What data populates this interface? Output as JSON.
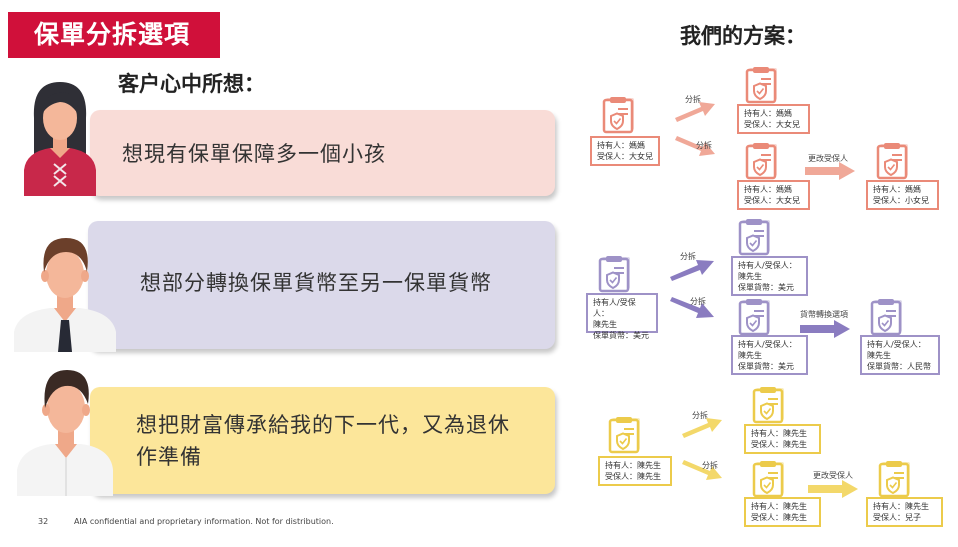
{
  "header": {
    "title": "保單分拆選項"
  },
  "left": {
    "heading": "客户心中所想：",
    "bubbles": [
      {
        "text": "想現有保單保障多一個小孩"
      },
      {
        "text": "想部分轉換保單貨幣至另一保單貨幣"
      },
      {
        "text": "想把財富傳承給我的下一代，又為退休作準備"
      }
    ]
  },
  "right": {
    "heading": "我們的方案：",
    "row1": {
      "source_label": [
        "持有人：媽媽",
        "受保人：大女兒"
      ],
      "split_label_top": "分拆",
      "split_label_bottom": "分拆",
      "top_label": [
        "持有人：媽媽",
        "受保人：大女兒"
      ],
      "bottom_label": [
        "持有人：媽媽",
        "受保人：大女兒"
      ],
      "change_label": "更改受保人",
      "final_label": [
        "持有人：媽媽",
        "受保人：小女兒"
      ]
    },
    "row2": {
      "source_label": [
        "持有人/受保人：",
        "陳先生",
        "保單貨幣：美元"
      ],
      "split_label_top": "分拆",
      "split_label_bottom": "分拆",
      "top_label": [
        "持有人/受保人：",
        "陳先生",
        "保單貨幣：美元"
      ],
      "bottom_label": [
        "持有人/受保人：",
        "陳先生",
        "保單貨幣：美元"
      ],
      "change_label": "貨幣轉換選項",
      "final_label": [
        "持有人/受保人：",
        "陳先生",
        "保單貨幣：人民幣"
      ]
    },
    "row3": {
      "source_label": [
        "持有人：陳先生",
        "受保人：陳先生"
      ],
      "split_label_top": "分拆",
      "split_label_bottom": "分拆",
      "top_label": [
        "持有人：陳先生",
        "受保人：陳先生"
      ],
      "bottom_label": [
        "持有人：陳先生",
        "受保人：陳先生"
      ],
      "change_label": "更改受保人",
      "final_label": [
        "持有人：陳先生",
        "受保人：兒子"
      ]
    }
  },
  "footer": {
    "page_number": "32",
    "disclaimer": "AIA confidential and proprietary information. Not for distribution."
  },
  "colors": {
    "brand_red": "#d0103a",
    "row1_accent": "#ea8a78",
    "row2_accent": "#9e92c7",
    "row3_accent": "#eccb4b"
  },
  "icons": [
    "woman-avatar-icon",
    "man-tie-avatar-icon",
    "man-avatar-icon",
    "policy-document-shield-icon",
    "arrow-right-icon"
  ]
}
